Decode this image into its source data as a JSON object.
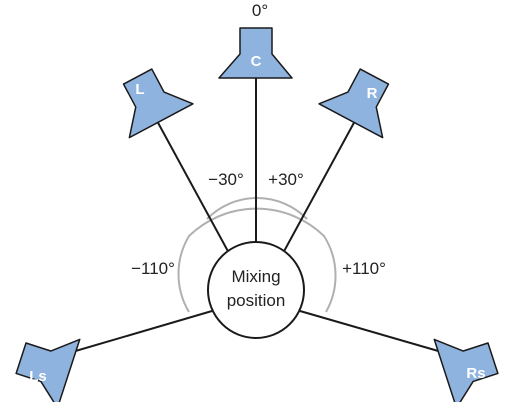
{
  "angles": {
    "front": "0°",
    "left_front": "−30°",
    "right_front": "+30°",
    "left_surround": "−110°",
    "right_surround": "+110°"
  },
  "center_label": {
    "line1": "Mixing",
    "line2": "position"
  },
  "speakers": {
    "center": "C",
    "left": "L",
    "right": "R",
    "left_surround": "Ls",
    "right_surround": "Rs"
  },
  "colors": {
    "speaker_fill": "#8fb3df",
    "speaker_stroke": "#1a1a1a",
    "line": "#1a1a1a",
    "arc": "#b0b0b0"
  }
}
